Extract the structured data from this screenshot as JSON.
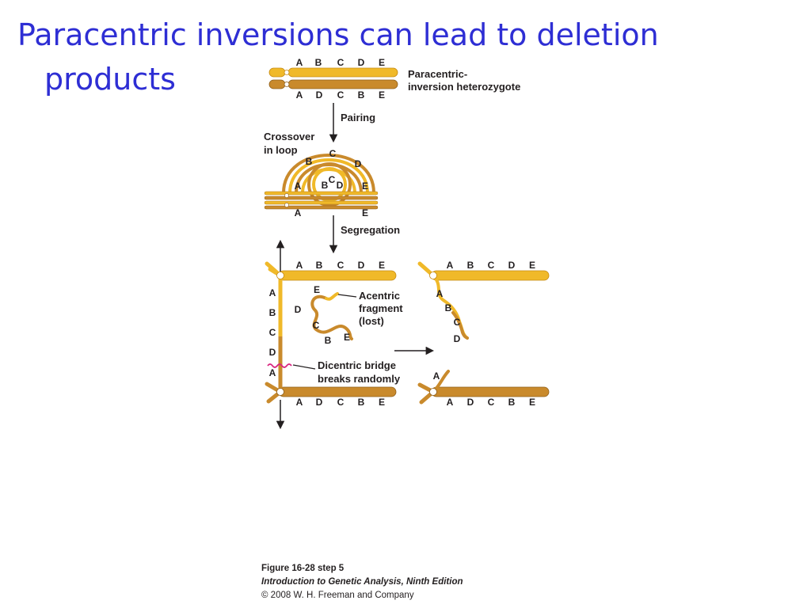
{
  "title": {
    "line1": "Paracentric inversions can lead to deletion",
    "line2": "products"
  },
  "colors": {
    "title": "#2e2ed4",
    "chromosome_light": "#f0b929",
    "chromosome_dark": "#c98a2c",
    "text": "#231f20",
    "break_mark": "#d9237f"
  },
  "figure": {
    "heterozygote_label": [
      "Paracentric-",
      "inversion heterozygote"
    ],
    "top_normal_genes": [
      "A",
      "B",
      "C",
      "D",
      "E"
    ],
    "top_inverted_genes": [
      "A",
      "D",
      "C",
      "B",
      "E"
    ],
    "step_pairing": "Pairing",
    "crossover_label": [
      "Crossover",
      "in loop"
    ],
    "loop_genes": {
      "outer": [
        "B",
        "C",
        "D"
      ],
      "inner": [
        "B",
        "C",
        "D"
      ],
      "left": "A",
      "right": "E",
      "bottom_left": "A",
      "bottom_right": "E"
    },
    "step_segregation": "Segregation",
    "anaphase_top_genes": [
      "A",
      "B",
      "C",
      "D",
      "E"
    ],
    "anaphase_bottom_genes": [
      "A",
      "D",
      "C",
      "B",
      "E"
    ],
    "bridge_genes": [
      "A",
      "B",
      "C",
      "D",
      "A"
    ],
    "fragment_genes": [
      "E",
      "D",
      "C",
      "B",
      "E"
    ],
    "acentric_label": [
      "Acentric",
      "fragment",
      "(lost)"
    ],
    "dicentric_label": [
      "Dicentric bridge",
      "breaks randomly"
    ],
    "result_top_genes": [
      "A",
      "B",
      "C",
      "D",
      "E"
    ],
    "result_arm_genes": [
      "A",
      "B",
      "C",
      "D"
    ],
    "result_bottom_genes": [
      "A",
      "D",
      "C",
      "B",
      "E"
    ],
    "result_stub_gene": "A"
  },
  "credit": {
    "figure": "Figure 16-28 step 5",
    "book": "Introduction to Genetic Analysis, Ninth Edition",
    "copyright": "© 2008 W. H. Freeman and Company"
  }
}
